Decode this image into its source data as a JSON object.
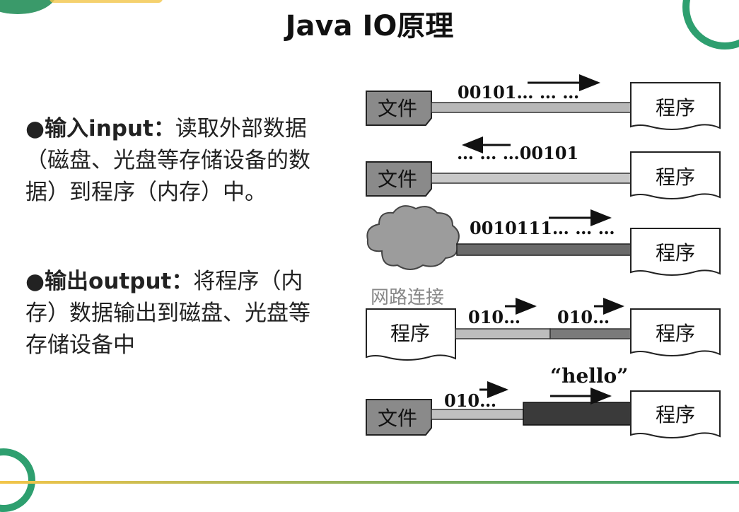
{
  "slide": {
    "title": "Java IO原理",
    "input": {
      "bullet": "●",
      "term": "输入input：",
      "text": "读取外部数据（磁盘、光盘等存储设备的数据）到程序（内存）中。"
    },
    "output": {
      "bullet": "●",
      "term": "输出output：",
      "text": "将程序（内存）数据输出到磁盘、光盘等存储设备中"
    }
  },
  "diagram": {
    "file_label": "文件",
    "program_label": "程序",
    "network_label": "网路连接",
    "row1_stream": "00101… … …",
    "row2_stream": "… … …00101",
    "row3_stream": "0010111… … …",
    "row4_stream_left": "010…",
    "row4_stream_right": "010…",
    "row5_stream": "010…",
    "row5_label": "“hello”"
  }
}
